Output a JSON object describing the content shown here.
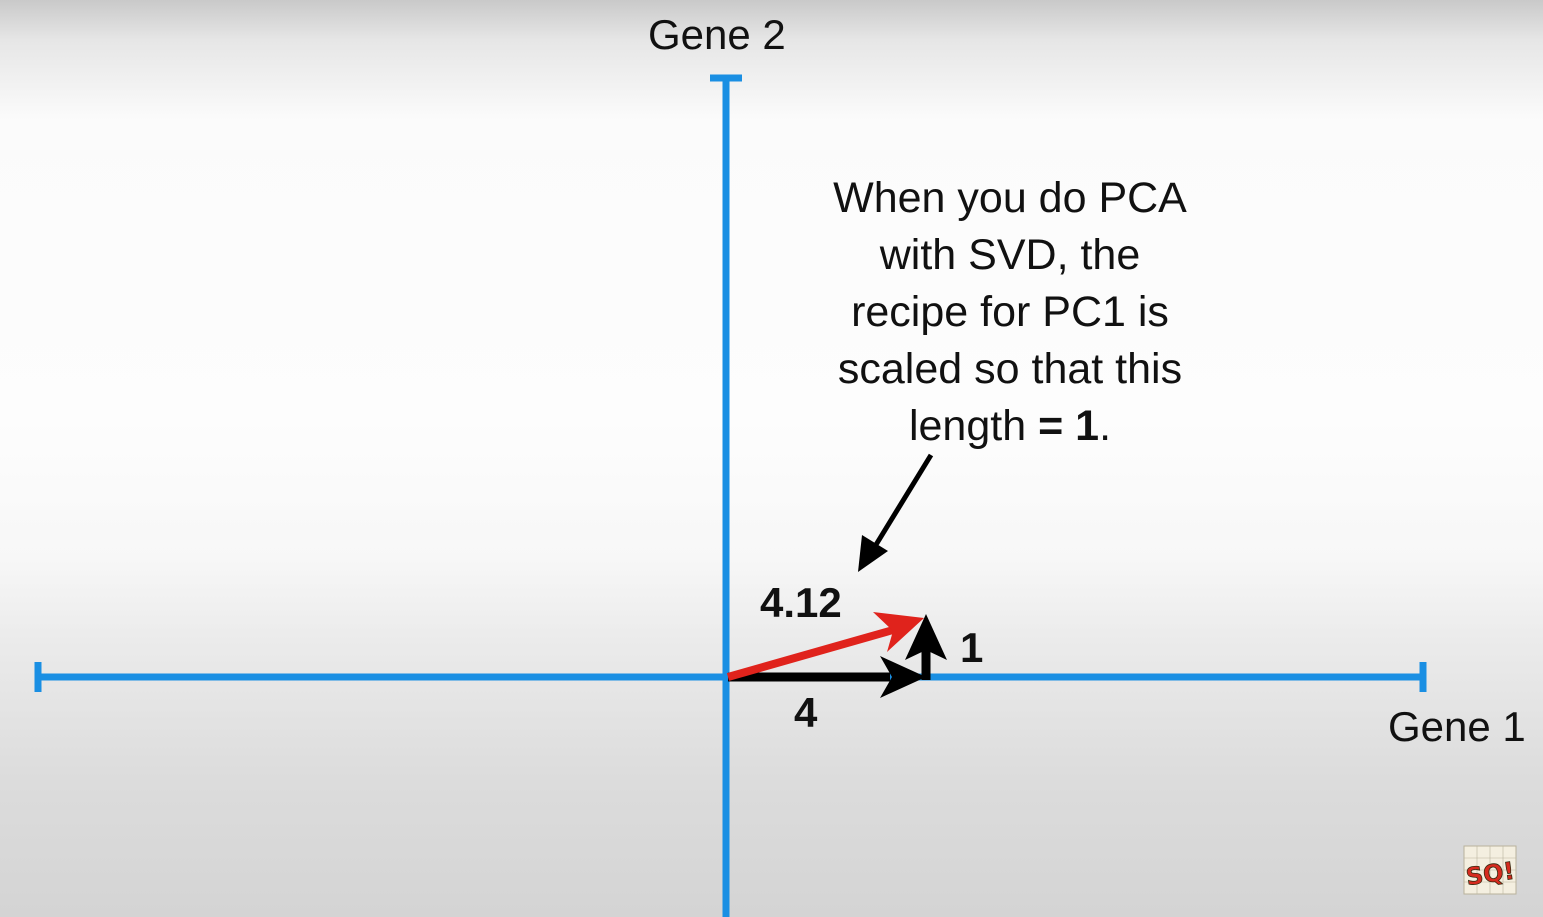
{
  "axes": {
    "y_label": "Gene 2",
    "x_label": "Gene 1",
    "color": "#1a8fe3"
  },
  "vectors": {
    "hypotenuse_value": "4.12",
    "vertical_value": "1",
    "horizontal_value": "4",
    "hypotenuse_color": "#e0231c",
    "leg_color": "#000000"
  },
  "callout": {
    "line1": "When you do PCA",
    "line2": "with SVD, the",
    "line3": "recipe for PC1 is",
    "line4": "scaled so that this",
    "line5_prefix": "length ",
    "line5_bold": "= 1",
    "line5_suffix": "."
  },
  "logo": {
    "text": "SQ!"
  }
}
